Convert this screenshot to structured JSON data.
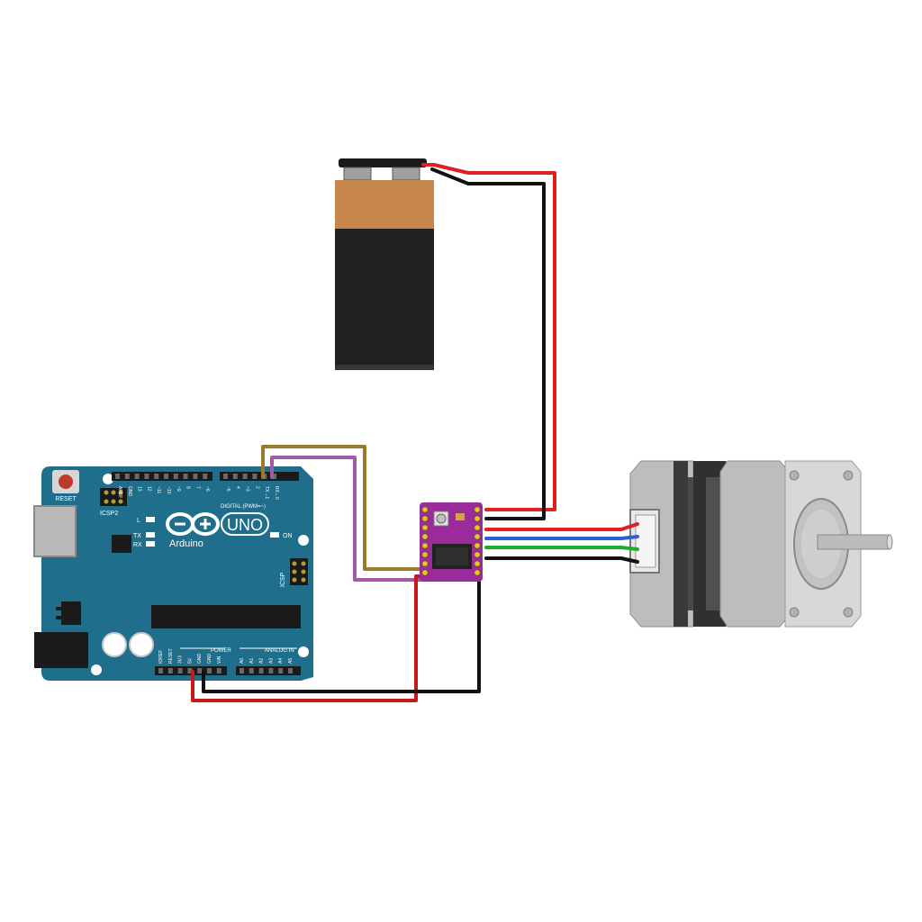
{
  "arduino": {
    "brand": "Arduino",
    "model": "UNO",
    "reset_label": "RESET",
    "icsp2_label": "ICSP2",
    "icsp_label": "ICSP",
    "on_label": "ON",
    "l_label": "L",
    "tx_label": "TX",
    "rx_label": "RX",
    "digital_label": "DIGITAL (PWM=~)",
    "power_label": "POWER",
    "analog_label": "ANALOG IN",
    "header_top_labels": [
      "AREF",
      "GND",
      "13",
      "12",
      "~11",
      "~10",
      "~9",
      "8",
      "7",
      "~6",
      "~5",
      "4",
      "~3",
      "2",
      "TX→1",
      "RX←0"
    ],
    "header_bottom_labels": [
      "IOREF",
      "RESET",
      "3V3",
      "5V",
      "GND",
      "GND",
      "VIN",
      "A0",
      "A1",
      "A2",
      "A3",
      "A4",
      "A5"
    ],
    "color": "#1f6e8c"
  },
  "battery": {
    "color_top": "#c8874a",
    "color_body": "#222222"
  },
  "driver": {
    "color": "#9b2a9b"
  },
  "stepper": {
    "color_body": "#bdbdbd",
    "color_band": "#4a4a4a"
  },
  "wires": {
    "step": "#9a7a2a",
    "dir": "#a05aa8",
    "power_red": "#e02020",
    "ground_black": "#111111",
    "coil_red": "#e02020",
    "coil_blue": "#2a5fd6",
    "coil_green": "#1fae2a",
    "coil_black": "#111111",
    "logic_red": "#c81818"
  }
}
